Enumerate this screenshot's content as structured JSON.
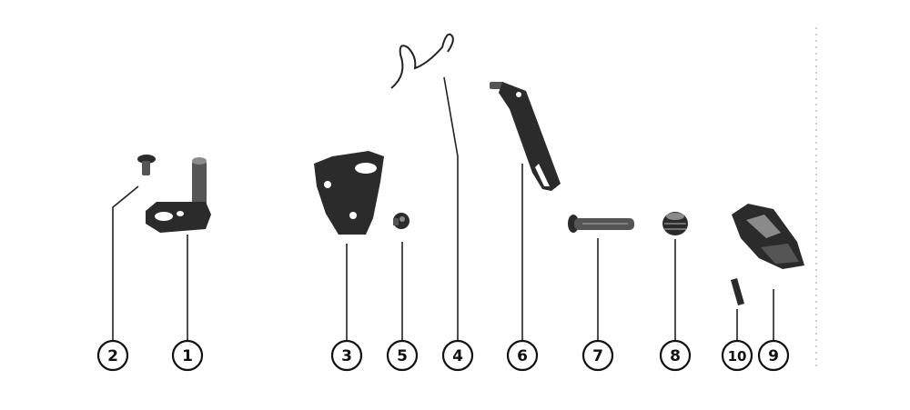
{
  "diagram": {
    "callouts": [
      {
        "id": "2",
        "label": "2"
      },
      {
        "id": "1",
        "label": "1"
      },
      {
        "id": "3",
        "label": "3"
      },
      {
        "id": "5",
        "label": "5"
      },
      {
        "id": "4",
        "label": "4"
      },
      {
        "id": "6",
        "label": "6"
      },
      {
        "id": "7",
        "label": "7"
      },
      {
        "id": "8",
        "label": "8"
      },
      {
        "id": "10",
        "label": "10"
      },
      {
        "id": "9",
        "label": "9"
      }
    ],
    "icons": {
      "part_1": "bracket-with-pin-icon",
      "part_2": "screw-icon",
      "part_3": "plate-icon",
      "part_4": "wire-spring-icon",
      "part_5": "nut-icon",
      "part_6": "lever-arm-icon",
      "part_7": "pin-icon",
      "part_8": "bushing-icon",
      "part_9": "lever-knob-icon",
      "part_10": "roll-pin-icon"
    },
    "colors": {
      "ink": "#2b2b2b",
      "background": "#ffffff"
    }
  }
}
